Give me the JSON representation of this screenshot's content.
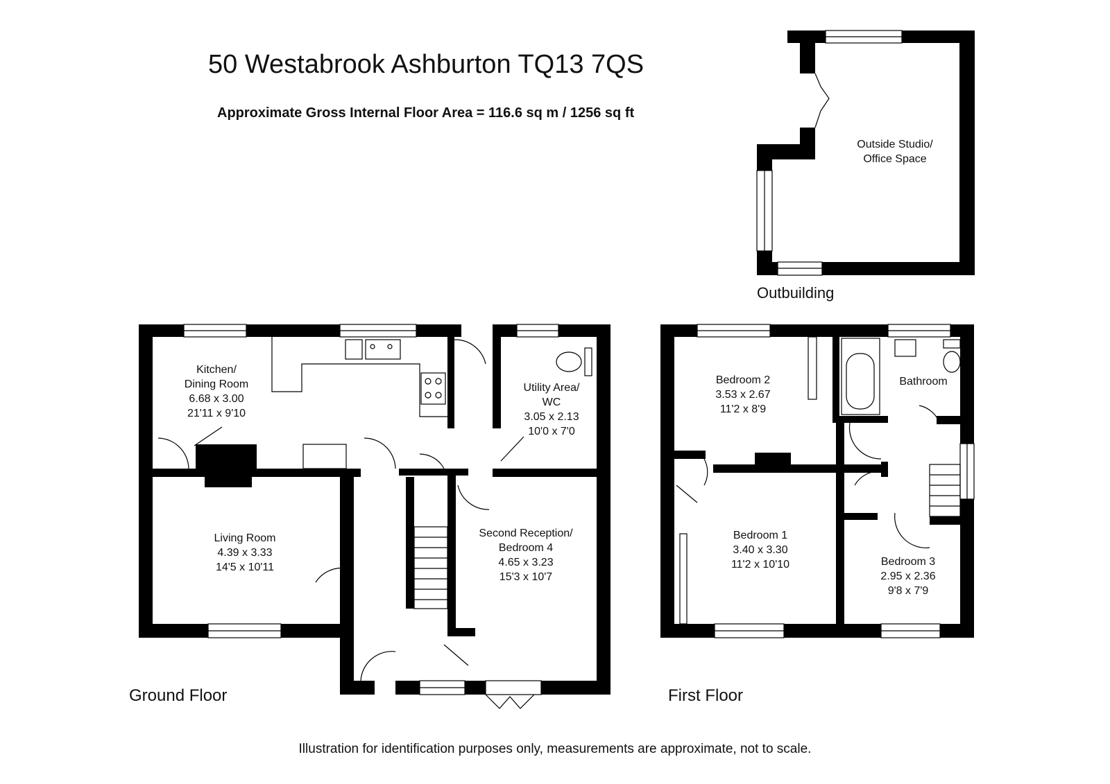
{
  "header": {
    "title": "50 Westabrook Ashburton TQ13 7QS",
    "floor_area": "Approximate Gross Internal Floor Area  = 116.6 sq m / 1256 sq ft"
  },
  "outbuilding": {
    "label": "Outbuilding",
    "room": {
      "line1": "Outside Studio/",
      "line2": "Office Space"
    }
  },
  "ground_floor": {
    "label": "Ground Floor",
    "rooms": {
      "kitchen": {
        "name1": "Kitchen/",
        "name2": "Dining Room",
        "metric": "6.68 x 3.00",
        "imperial": "21'11 x 9'10"
      },
      "utility": {
        "name1": "Utility Area/",
        "name2": "WC",
        "metric": "3.05 x 2.13",
        "imperial": "10'0 x 7'0"
      },
      "living": {
        "name1": "Living Room",
        "metric": "4.39 x 3.33",
        "imperial": "14'5 x 10'11"
      },
      "reception": {
        "name1": "Second Reception/",
        "name2": "Bedroom 4",
        "metric": "4.65 x 3.23",
        "imperial": "15'3 x 10'7"
      }
    }
  },
  "first_floor": {
    "label": "First Floor",
    "rooms": {
      "bedroom2": {
        "name1": "Bedroom 2",
        "metric": "3.53 x 2.67",
        "imperial": "11'2 x 8'9"
      },
      "bathroom": {
        "name1": "Bathroom"
      },
      "bedroom1": {
        "name1": "Bedroom 1",
        "metric": "3.40 x 3.30",
        "imperial": "11'2 x 10'10"
      },
      "bedroom3": {
        "name1": "Bedroom 3",
        "metric": "2.95 x 2.36",
        "imperial": "9'8 x 7'9"
      }
    }
  },
  "footer": {
    "note": "Illustration for identification purposes only, measurements are approximate, not to scale."
  }
}
